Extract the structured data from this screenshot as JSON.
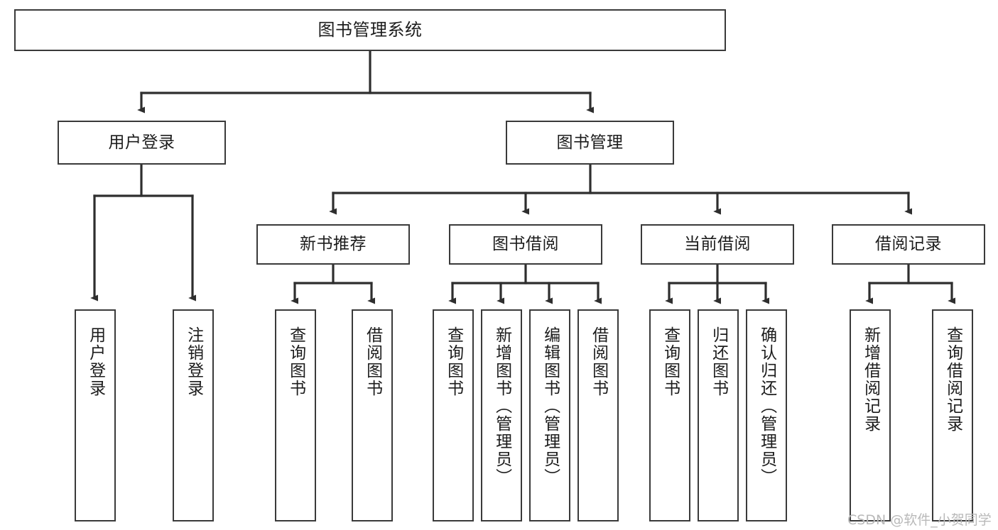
{
  "diagram": {
    "type": "tree-hierarchy",
    "title": "图书管理系统",
    "theme": {
      "background": "#ffffff",
      "box_border": "#3a3a3a",
      "box_fill": "#ffffff",
      "connector": "#2e2e2e",
      "text": "#1c1c1c",
      "watermark": "#b9b9b9"
    },
    "root": {
      "id": "root",
      "label": "图书管理系统",
      "orientation": "horizontal"
    },
    "level1": [
      {
        "id": "user-login",
        "label": "用户登录",
        "orientation": "horizontal"
      },
      {
        "id": "book-manage",
        "label": "图书管理",
        "orientation": "horizontal"
      }
    ],
    "level2": [
      {
        "id": "new-book-recommend",
        "label": "新书推荐",
        "orientation": "horizontal",
        "parent": "book-manage"
      },
      {
        "id": "book-borrow",
        "label": "图书借阅",
        "orientation": "horizontal",
        "parent": "book-manage"
      },
      {
        "id": "current-borrow",
        "label": "当前借阅",
        "orientation": "horizontal",
        "parent": "book-manage"
      },
      {
        "id": "borrow-record",
        "label": "借阅记录",
        "orientation": "horizontal",
        "parent": "book-manage"
      }
    ],
    "leaves": [
      {
        "id": "leaf-user-login",
        "label": "用户登录",
        "parent": "user-login",
        "orientation": "vertical"
      },
      {
        "id": "leaf-user-logout",
        "label": "注销登录",
        "parent": "user-login",
        "orientation": "vertical"
      },
      {
        "id": "leaf-query-book-1",
        "label": "查询图书",
        "parent": "new-book-recommend",
        "orientation": "vertical"
      },
      {
        "id": "leaf-borrow-book-1",
        "label": "借阅图书",
        "parent": "new-book-recommend",
        "orientation": "vertical"
      },
      {
        "id": "leaf-query-book-2",
        "label": "查询图书",
        "parent": "book-borrow",
        "orientation": "vertical"
      },
      {
        "id": "leaf-add-book",
        "label": "新增图书（管理员）",
        "parent": "book-borrow",
        "orientation": "vertical"
      },
      {
        "id": "leaf-edit-book",
        "label": "编辑图书（管理员）",
        "parent": "book-borrow",
        "orientation": "vertical"
      },
      {
        "id": "leaf-borrow-book-2",
        "label": "借阅图书",
        "parent": "book-borrow",
        "orientation": "vertical"
      },
      {
        "id": "leaf-query-book-3",
        "label": "查询图书",
        "parent": "current-borrow",
        "orientation": "vertical"
      },
      {
        "id": "leaf-return-book",
        "label": "归还图书",
        "parent": "current-borrow",
        "orientation": "vertical"
      },
      {
        "id": "leaf-confirm-return",
        "label": "确认归还（管理员）",
        "parent": "current-borrow",
        "orientation": "vertical"
      },
      {
        "id": "leaf-add-record",
        "label": "新增借阅记录",
        "parent": "borrow-record",
        "orientation": "vertical"
      },
      {
        "id": "leaf-query-record",
        "label": "查询借阅记录",
        "parent": "borrow-record",
        "orientation": "vertical"
      }
    ],
    "watermark": "CSDN @软件_小贺同学"
  }
}
